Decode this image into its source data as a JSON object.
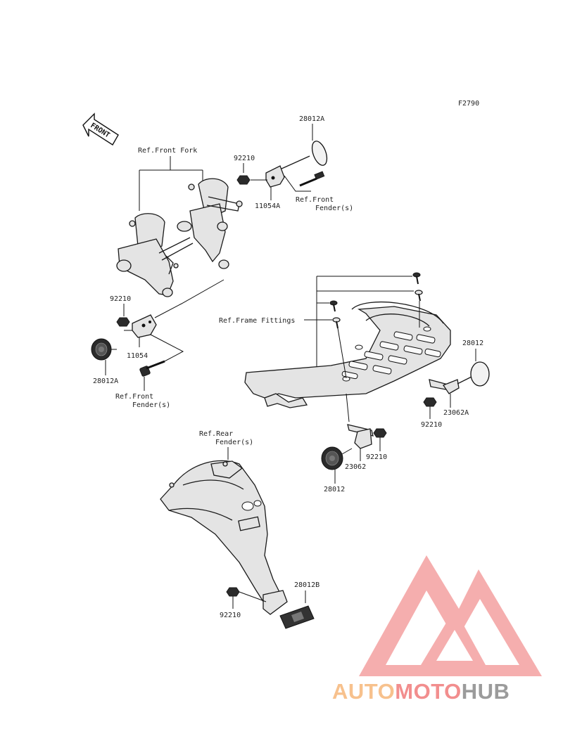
{
  "diagram_code": "F2790",
  "front_arrow_text": "FRONT",
  "labels": {
    "l28012a_top": "28012A",
    "l92210_top": "92210",
    "l11054a": "11054A",
    "ref_front_fork": "Ref.Front Fork",
    "ref_front_fender_top_1": "Ref.Front",
    "ref_front_fender_top_2": "Fender(s)",
    "l92210_left": "92210",
    "l11054": "11054",
    "l28012a_left": "28012A",
    "ref_front_fender_left_1": "Ref.Front",
    "ref_front_fender_left_2": "Fender(s)",
    "ref_frame_fittings": "Ref.Frame Fittings",
    "l28012_right": "28012",
    "l23062a": "23062A",
    "l92210_right": "92210",
    "l92210_mid": "92210",
    "l23062": "23062",
    "l28012_mid": "28012",
    "ref_rear_fender_1": "Ref.Rear",
    "ref_rear_fender_2": "Fender(s)",
    "l28012b": "28012B",
    "l92210_bottom": "92210"
  },
  "watermark": {
    "part1": "AUTO",
    "part2": "MOTO",
    "part3": "HUB",
    "color1": "#f6b77a",
    "color2": "#f07b7b",
    "color3": "#8a8a8a"
  }
}
